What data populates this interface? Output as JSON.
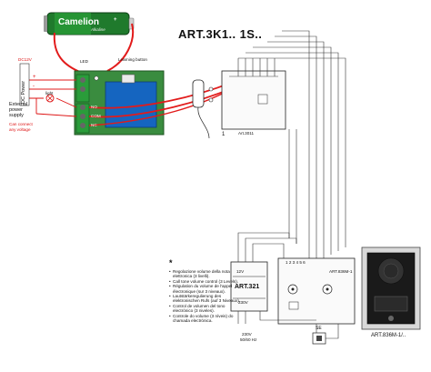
{
  "title": "ART.3K1.. 1S..",
  "battery": {
    "brand": "Camelion",
    "sub": "Alkaline",
    "polarity": "+"
  },
  "relay": {
    "led_label": "LED",
    "learning_label": "Learning button",
    "dc_voltage": "DC12V",
    "dc_power": "DC Power",
    "plus": "+",
    "minus": "-",
    "light": "light",
    "external_power": [
      "External",
      "power",
      "supply"
    ],
    "any_voltage": [
      "Can connect",
      "any voltage"
    ],
    "terminals": [
      "NO",
      "COM",
      "NC"
    ]
  },
  "handset": {
    "num": "1",
    "model": "Art.3011"
  },
  "monitor": {
    "model": "ART.836M-1",
    "terminals": "1  2  3  4  5  6"
  },
  "psu": {
    "model": "ART.321",
    "v12": "12V",
    "v230": "230V",
    "mains": [
      "230V",
      "50/60 Hz"
    ]
  },
  "se_label": "SE",
  "panel_label": "ART.836M-1/..",
  "note_marker": "*",
  "notes": [
    "Regolazione volume della nota elettronica (3 livelli).",
    "Call tone volume control (3 Levels).",
    "Régulation du volume de l'appel électronique (sur 3 niveaux).",
    "Lautstärkeregulierung des elektronischen Rufs (auf 3 Niveaux).",
    "Control de volumen del tono electrónico (3 niveles).",
    "Controle do volume (3 níveis) do chamada electrónica."
  ]
}
